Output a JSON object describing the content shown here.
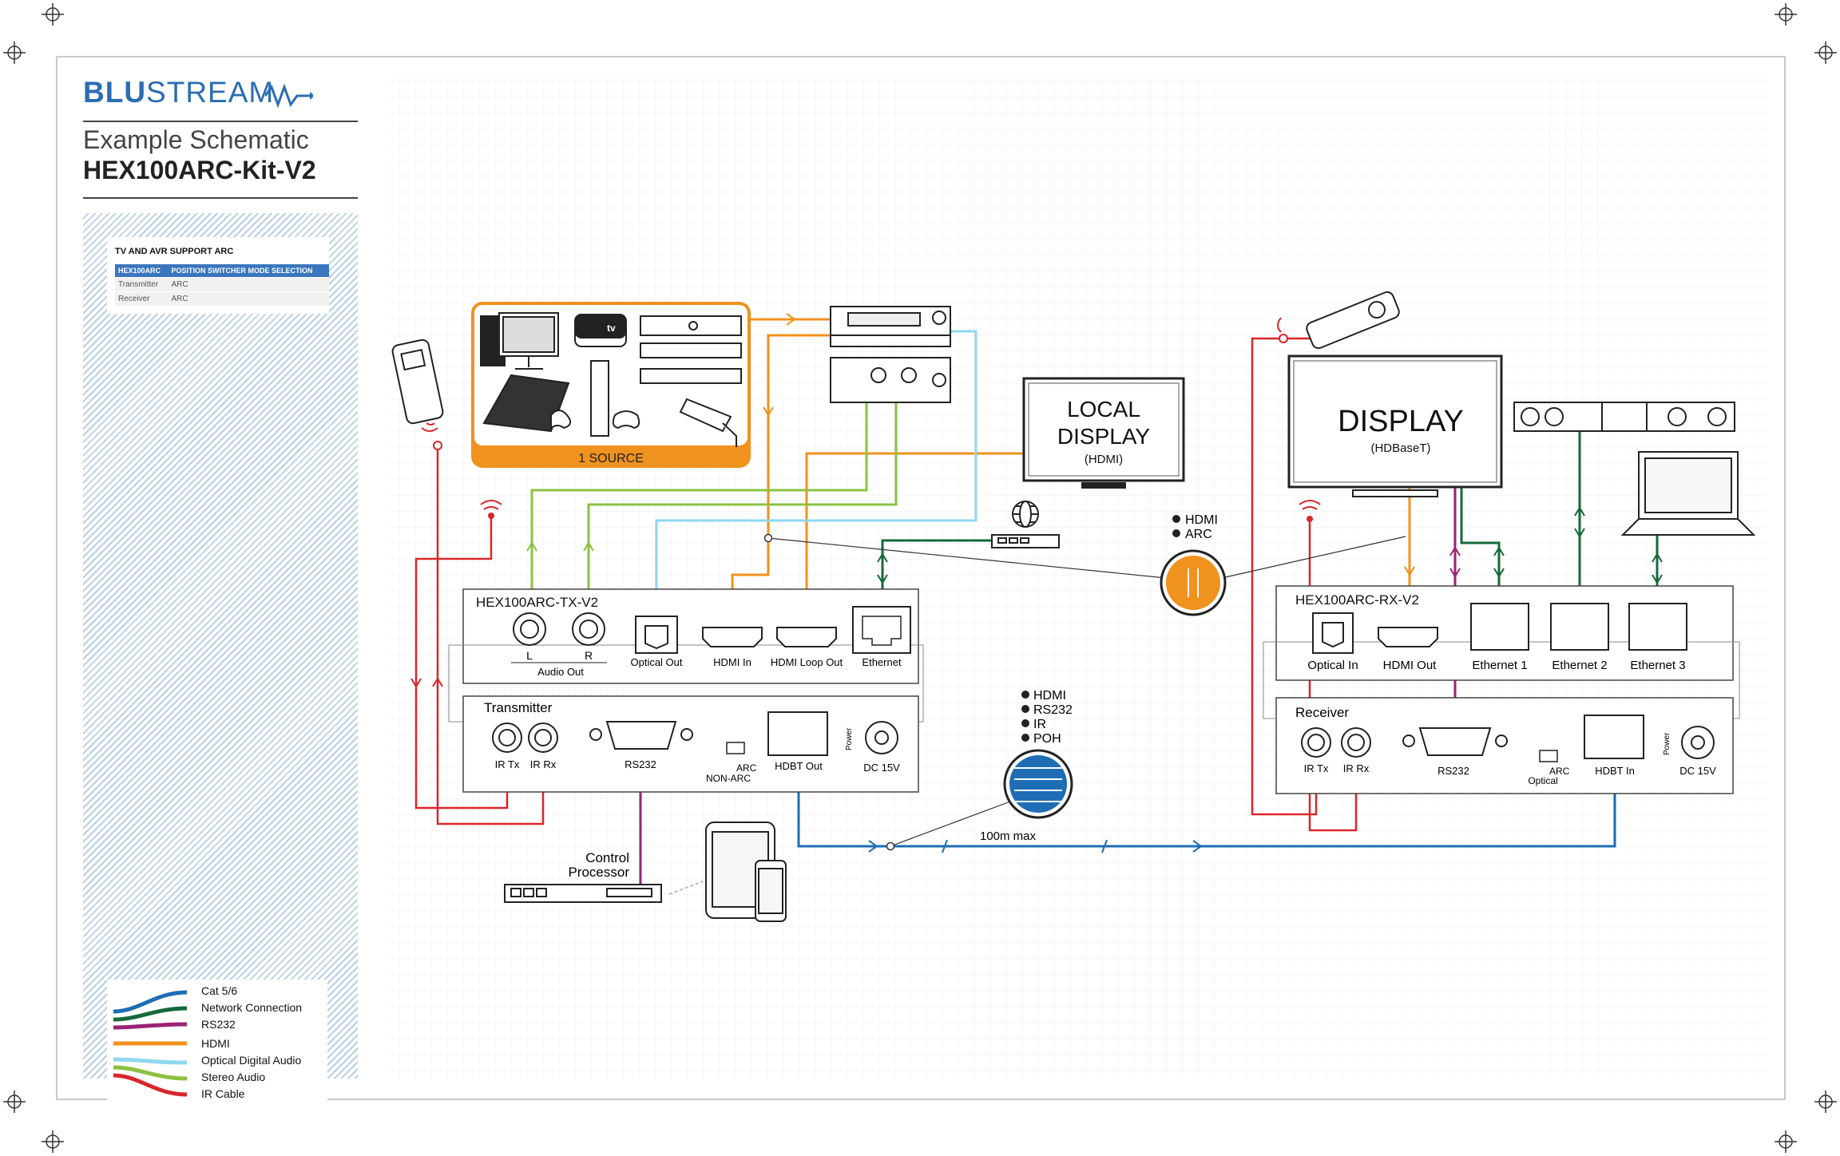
{
  "brand": {
    "logo_bold": "BLU",
    "logo_light": "STREAM"
  },
  "header": {
    "subtitle": "Example Schematic",
    "model": "HEX100ARC-Kit-V2"
  },
  "arc_table": {
    "title": "TV AND  AVR SUPPORT ARC",
    "col1": "HEX100ARC",
    "col2": "POSITION SWITCHER MODE SELECTION",
    "rows": [
      {
        "unit": "Transmitter",
        "mode": "ARC"
      },
      {
        "unit": "Receiver",
        "mode": "ARC"
      }
    ]
  },
  "legend": [
    {
      "label": "Cat 5/6",
      "color": "#1e6db5"
    },
    {
      "label": "Network Connection",
      "color": "#15683a"
    },
    {
      "label": "RS232",
      "color": "#9c2278"
    },
    {
      "label": "HDMI",
      "color": "#f0921e"
    },
    {
      "label": "Optical Digital Audio",
      "color": "#8fd6ef"
    },
    {
      "label": "Stereo Audio",
      "color": "#8cc13f"
    },
    {
      "label": "IR Cable",
      "color": "#d9262b"
    }
  ],
  "source": {
    "label": "1 SOURCE",
    "color": "#f0921e",
    "tv_badge": "tv"
  },
  "local_display": {
    "line1": "LOCAL",
    "line2": "DISPLAY",
    "line3": "(HDMI)"
  },
  "display": {
    "line1": "DISPLAY",
    "line2": "(HDBaseT)"
  },
  "tx": {
    "name": "HEX100ARC-TX-V2",
    "l": "L",
    "r": "R",
    "audio_out": "Audio Out",
    "optical_out": "Optical Out",
    "hdmi_in": "HDMI In",
    "hdmi_loop": "HDMI Loop Out",
    "ethernet": "Ethernet",
    "section": "Transmitter",
    "ir_tx": "IR Tx",
    "ir_rx": "IR Rx",
    "rs232": "RS232",
    "arc": "ARC",
    "non_arc": "NON-ARC",
    "hdbt_out": "HDBT Out",
    "power": "Power",
    "dc": "DC 15V"
  },
  "rx": {
    "name": "HEX100ARC-RX-V2",
    "optical_in": "Optical In",
    "hdmi_out": "HDMI Out",
    "eth1": "Ethernet 1",
    "eth2": "Ethernet 2",
    "eth3": "Ethernet 3",
    "section": "Receiver",
    "ir_tx": "IR Tx",
    "ir_rx": "IR Rx",
    "rs232": "RS232",
    "arc": "ARC",
    "optical": "Optical",
    "hdbt_in": "HDBT In",
    "power": "Power",
    "dc": "DC 15V"
  },
  "hdmi_arc_key": {
    "a": "HDMI",
    "b": "ARC"
  },
  "cat_key": {
    "a": "HDMI",
    "b": "RS232",
    "c": "IR",
    "d": "POH"
  },
  "distance": "100m max",
  "control": {
    "line1": "Control",
    "line2": "Processor"
  }
}
